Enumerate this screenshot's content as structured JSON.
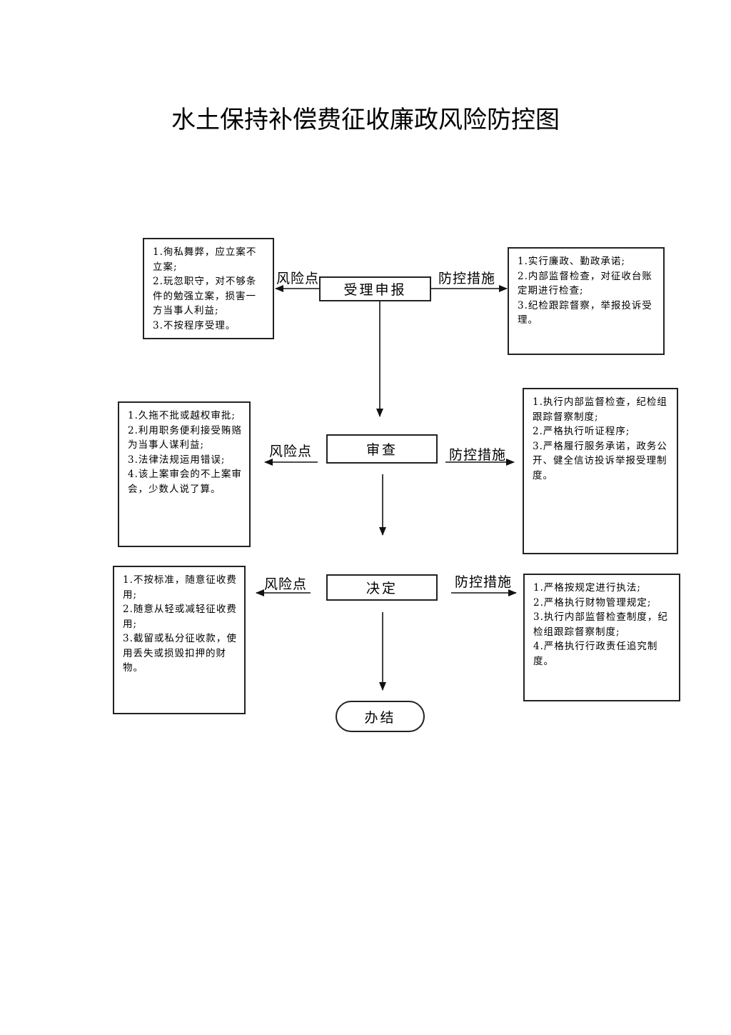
{
  "title": "水土保持补偿费征收廉政风险防控图",
  "labels": {
    "risk": "风险点",
    "control": "防控措施"
  },
  "steps": [
    {
      "name": "受理申报",
      "risks": [
        "1.徇私舞弊，应立案不立案;",
        "2.玩忽职守，对不够条件的勉强立案，损害一方当事人利益;",
        "3.不按程序受理。"
      ],
      "controls": [
        "1.实行廉政、勤政承诺;",
        "2.内部监督检查，对征收台账定期进行检查;",
        "3.纪检跟踪督察，举报投诉受理。"
      ]
    },
    {
      "name": "审查",
      "risks": [
        "1.久拖不批或越权审批;",
        "2.利用职务便利接受贿赂为当事人谋利益;",
        "3.法律法规运用错误;",
        "4.该上案审会的不上案审会，少数人说了算。"
      ],
      "controls": [
        "1.执行内部监督检查，纪检组跟踪督察制度;",
        "2.严格执行听证程序;",
        "3.严格履行服务承诺，政务公开、健全信访投诉举报受理制度。"
      ]
    },
    {
      "name": "决定",
      "risks": [
        "1.不按标准，随意征收费用;",
        "2.随意从轻或减轻征收费用;",
        "3.截留或私分征收款，使用丢失或损毁扣押的财物。"
      ],
      "controls": [
        "1.严格按规定进行执法;",
        "2.严格执行财物管理规定;",
        "3.执行内部监督检查制度，纪检组跟踪督察制度;",
        "4.严格执行行政责任追究制度。"
      ]
    }
  ],
  "end": "办结"
}
